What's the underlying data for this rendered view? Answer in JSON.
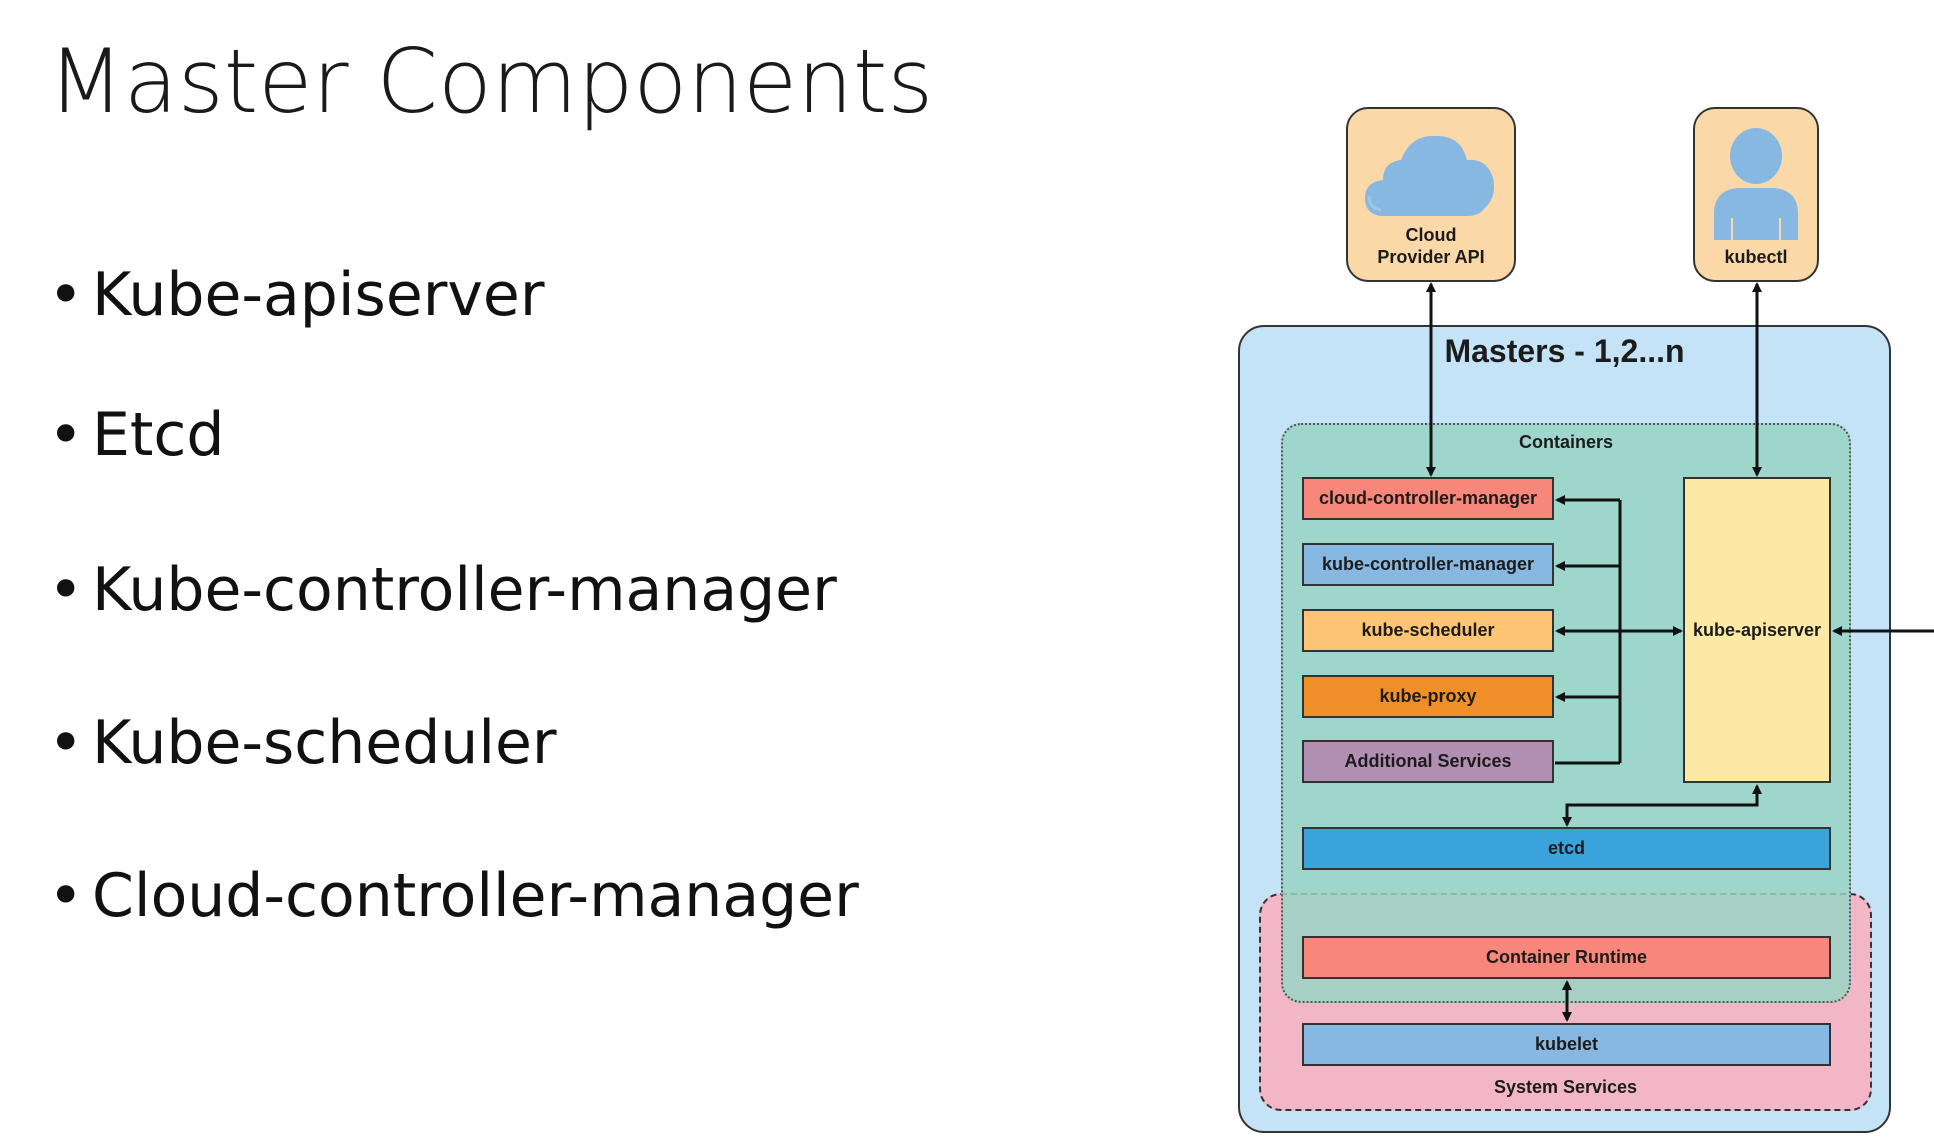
{
  "slide": {
    "title": "Master Components",
    "bullets": [
      "Kube-apiserver",
      "Etcd",
      "Kube-controller-manager",
      "Kube-scheduler",
      "Cloud-controller-manager"
    ]
  },
  "diagram": {
    "masters_label": "Masters - 1,2...n",
    "containers_label": "Containers",
    "system_services_label": "System Services",
    "cloud_provider_label": "Cloud Provider API",
    "kubectl_label": "kubectl",
    "components": {
      "cloud_controller_manager": "cloud-controller-manager",
      "kube_controller_manager": "kube-controller-manager",
      "kube_scheduler": "kube-scheduler",
      "kube_proxy": "kube-proxy",
      "additional_services": "Additional Services",
      "kube_apiserver": "kube-apiserver",
      "etcd": "etcd",
      "container_runtime": "Container Runtime",
      "kubelet": "kubelet"
    },
    "colors": {
      "masters_bg": "#c5e3f6",
      "containers_bg": "#98d4c4",
      "system_services_bg": "#f3b6c6",
      "external_box_bg": "#fbd8a8",
      "icon_blue": "#86b8e2",
      "cloud_controller_manager": "#f7877a",
      "kube_controller_manager": "#86b8e2",
      "kube_scheduler": "#fdc574",
      "kube_proxy": "#f08f27",
      "additional_services": "#b18fb3",
      "kube_apiserver": "#fde9a6",
      "etcd": "#3aa3dc",
      "container_runtime": "#f7877a",
      "kubelet": "#86b8e2"
    },
    "icons": {
      "cloud": "cloud-icon",
      "user": "user-icon"
    }
  }
}
